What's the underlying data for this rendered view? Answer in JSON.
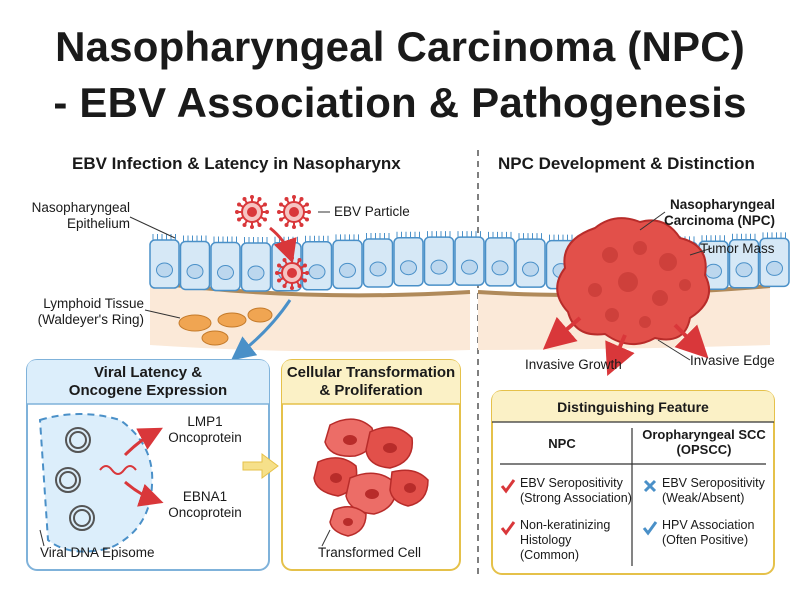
{
  "title": {
    "line1": "Nasopharyngeal Carcinoma (NPC)",
    "line2": "- EBV Association & Pathogenesis"
  },
  "left_panel": {
    "heading": "EBV Infection & Latency in Nasopharynx",
    "epithelium_label": "Nasopharyngeal\nEpithelium",
    "ebv_particle_label": "EBV Particle",
    "lymphoid_label": "Lymphoid Tissue\n(Waldeyer's Ring)"
  },
  "right_panel": {
    "heading": "NPC Development & Distinction",
    "npc_label": "Nasopharyngeal\nCarcinoma (NPC)",
    "tumor_mass_label": "Tumor Mass",
    "invasive_growth_label": "Invasive Growth",
    "invasive_edge_label": "Invasive Edge"
  },
  "latency_box": {
    "title": "Viral Latency &\nOncogene Expression",
    "lmp1": "LMP1\nOncoprotein",
    "ebna1": "EBNA1\nOncoprotein",
    "episome": "Viral DNA Episome"
  },
  "transformation_box": {
    "title": "Cellular Transformation\n& Proliferation",
    "cell_label": "Transformed Cell"
  },
  "comparison_table": {
    "title": "Distinguishing Feature",
    "col_npc": "NPC",
    "col_opscc": "Oropharyngeal SCC\n(OPSCC)",
    "rows": [
      {
        "npc": "EBV Seropositivity\n(Strong Association)",
        "npc_icon": "check-icon",
        "opscc": "EBV Seropositivity\n(Weak/Absent)",
        "opscc_icon": "cross-icon"
      },
      {
        "npc": "Non-keratinizing\nHistology\n(Common)",
        "npc_icon": "check-icon",
        "opscc": "HPV Association\n(Often Positive)",
        "opscc_icon": "check-icon"
      }
    ]
  },
  "colors": {
    "accent_blue": "#4a90c8",
    "virus_red": "#d9373a",
    "tumor_red": "#e2504a",
    "box_yellow": "#f2c94c",
    "epithelium_blue": "#d6e8f6"
  }
}
